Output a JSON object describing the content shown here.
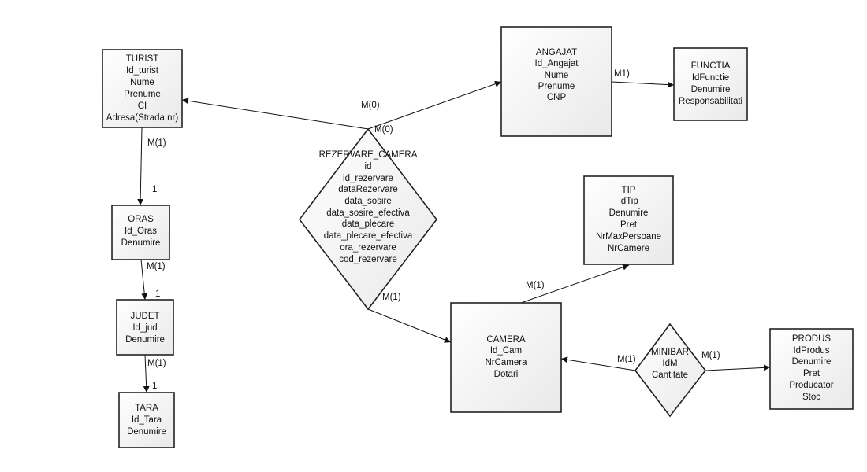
{
  "entities": {
    "turist": [
      "TURIST",
      "Id_turist",
      "Nume",
      "Prenume",
      "CI",
      "Adresa(Strada,nr)"
    ],
    "angajat": [
      "ANGAJAT",
      "Id_Angajat",
      "Nume",
      "Prenume",
      "CNP"
    ],
    "functia": [
      "FUNCTIA",
      "IdFunctie",
      "Denumire",
      "Responsabilitati"
    ],
    "oras": [
      "ORAS",
      "Id_Oras",
      "Denumire"
    ],
    "judet": [
      "JUDET",
      "Id_jud",
      "Denumire"
    ],
    "tara": [
      "TARA",
      "Id_Tara",
      "Denumire"
    ],
    "tip": [
      "TIP",
      "idTip",
      "Denumire",
      "Pret",
      "NrMaxPersoane",
      "NrCamere"
    ],
    "camera": [
      "CAMERA",
      "Id_Cam",
      "NrCamera",
      "Dotari"
    ],
    "produs": [
      "PRODUS",
      "IdProdus",
      "Denumire",
      "Pret",
      "Producator",
      "Stoc"
    ]
  },
  "relationships": {
    "rezervare": [
      "REZERVARE_CAMERA",
      "id",
      "id_rezervare",
      "dataRezervare",
      "data_sosire",
      "data_sosire_efectiva",
      "data_plecare",
      "data_plecare_efectiva",
      "ora_rezervare",
      "cod_rezervare"
    ],
    "minibar": [
      "MINIBAR",
      "IdM",
      "Cantitate"
    ]
  },
  "cardinalities": {
    "rez_turist": "M(0)",
    "rez_angajat": "M(0)",
    "angajat_functia": "M1)",
    "turist_oras_m": "M(1)",
    "turist_oras_1": "1",
    "oras_judet_m": "M(1)",
    "oras_judet_1": "1",
    "judet_tara_m": "M(1)",
    "judet_tara_1": "1",
    "rez_camera": "M(1)",
    "camera_tip": "M(1)",
    "minibar_camera": "M(1)",
    "minibar_produs": "M(1)"
  }
}
